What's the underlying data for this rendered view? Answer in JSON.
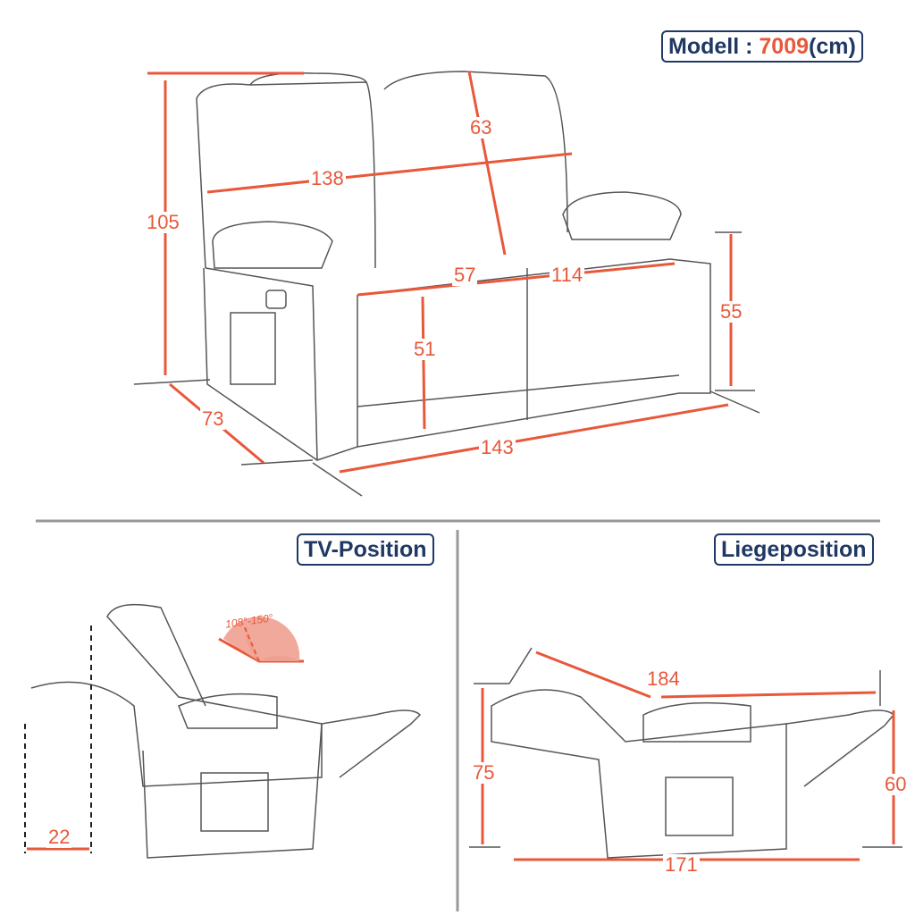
{
  "header": {
    "model_prefix": "Modell : ",
    "model_number": "7009",
    "unit": "(cm)"
  },
  "main_view": {
    "height_total": "105",
    "back_height": "63",
    "width_back": "138",
    "seat_width": "57",
    "seat_total_width": "114",
    "seat_height": "51",
    "arm_height": "55",
    "depth": "73",
    "overall_width": "143"
  },
  "tv_position": {
    "title": "TV-Position",
    "angle": "108°-150°",
    "recline_offset": "22"
  },
  "lying_position": {
    "title": "Liegeposition",
    "length": "184",
    "height_back": "75",
    "height_front": "60",
    "floor_length": "171"
  },
  "colors": {
    "accent": "#e8583a",
    "title_border": "#1f3864",
    "line": "#555555",
    "divider": "#999999"
  }
}
